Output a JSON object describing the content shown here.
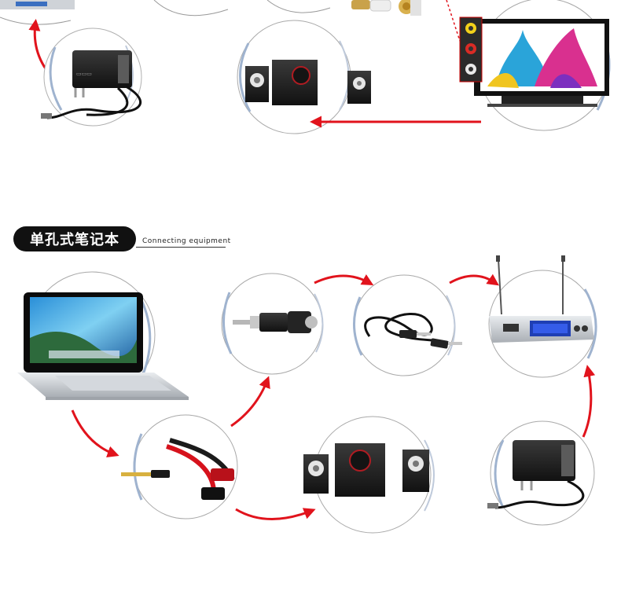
{
  "section": {
    "title_cn": "单孔式笔记本",
    "subtitle_en": "Connecting equipment"
  },
  "colors": {
    "arrow_red": "#e1131c",
    "ring_blue": "#9fb3cf",
    "ring_grey": "#8f8f8f"
  },
  "devices": [
    {
      "name": "laptop",
      "label": ""
    },
    {
      "name": "jack-adapter",
      "label": ""
    },
    {
      "name": "audio-cable",
      "label": ""
    },
    {
      "name": "wireless-receiver",
      "label": ""
    },
    {
      "name": "y-splitter",
      "label": ""
    },
    {
      "name": "speakers",
      "label": ""
    },
    {
      "name": "power-adapter",
      "label": ""
    }
  ]
}
